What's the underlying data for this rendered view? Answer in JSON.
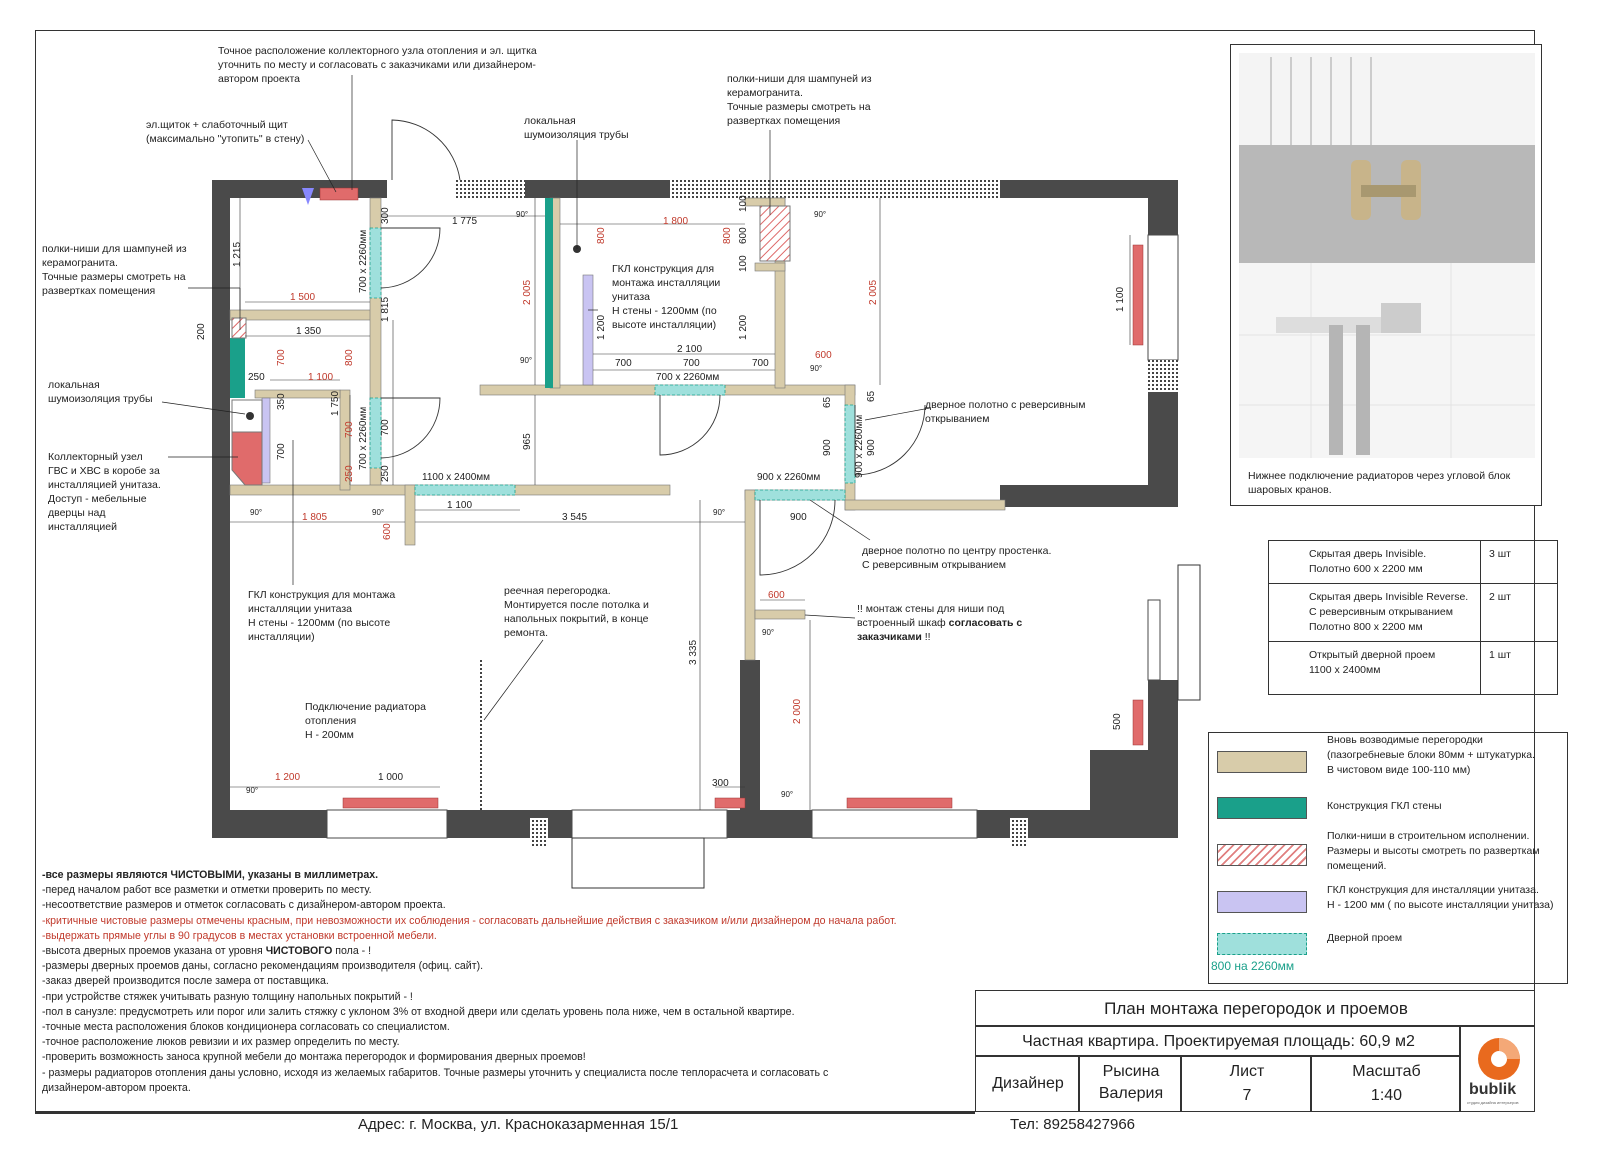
{
  "annotations": {
    "collector_top": [
      "Точное расположение коллекторного узла отопления и эл. щитка",
      "уточнить по месту и согласовать с заказчиками или дизайнером-",
      "автором проекта"
    ],
    "shield": [
      "эл.щиток + слаботочный щит",
      "(максимально \"утопить\" в стену)"
    ],
    "noise_top": [
      "локальная",
      "шумоизоляция трубы"
    ],
    "shelves_top": [
      "полки-ниши для шампуней из",
      "керамогранита.",
      "Точные размеры смотреть на",
      "развертках помещения"
    ],
    "shelves_left": [
      "полки-ниши для шампуней из",
      "керамогранита.",
      "Точные размеры смотреть на",
      "развертках помещения"
    ],
    "gkl_top": [
      "ГКЛ конструкция для",
      "монтажа инсталляции",
      "унитаза",
      "Н стены - 1200мм (по",
      "высоте инсталляции)"
    ],
    "noise_left": [
      "локальная",
      "шумоизоляция трубы"
    ],
    "collector_left": [
      "Коллекторный узел",
      "ГВС и ХВС в коробе за",
      "инсталляцией унитаза.",
      "Доступ - мебельные",
      "дверцы над",
      "инсталляцией"
    ],
    "reverse_door": [
      "дверное полотно с реверсивным",
      "открыванием"
    ],
    "center_door": [
      "дверное полотно по центру простенка.",
      "С реверсивным открыванием"
    ],
    "gkl_bottom": [
      "ГКЛ конструкция для монтажа",
      "инсталляции унитаза",
      "Н стены - 1200мм (по высоте",
      "инсталляции)"
    ],
    "rack": [
      "реечная перегородка.",
      "Монтируется после потолка и",
      "напольных покрытий, в конце",
      "ремонта."
    ],
    "wardrobe": [
      "!! монтаж стены для ниши под",
      "встроенный шкаф ",
      "согласовать с",
      "заказчиками",
      " !!"
    ],
    "radiator": [
      "Подключение радиатора",
      "отопления",
      "Н - 200мм"
    ]
  },
  "dims": {
    "d1775": "1 775",
    "d1800": "1 800",
    "d1500": "1 500",
    "d1350": "1 350",
    "d1100a": "1 100",
    "d2100": "2 100",
    "d700a": "700",
    "d700b": "700",
    "d700c": "700",
    "d600a": "600",
    "d1805": "1 805",
    "d1100b": "1 100",
    "d3545": "3 545",
    "d900a": "900",
    "d600b": "600",
    "d1200": "1 200",
    "d1000": "1 000",
    "d300a": "300",
    "d250a": "250",
    "d350": "350",
    "d1215": "1 215",
    "d200": "200",
    "d1815": "1 815",
    "d1750": "1 750",
    "d2005a": "2 005",
    "d2005b": "2 005",
    "d965": "965",
    "d1100c": "1 100",
    "d3335": "3 335",
    "d2000": "2 000",
    "d500": "500",
    "d65a": "65",
    "d65b": "65",
    "d900b": "900",
    "d900c": "900",
    "d600c": "600",
    "d800a": "800",
    "d800b": "800",
    "d600d": "600",
    "d100a": "100",
    "d100b": "100",
    "d1200v": "1 200",
    "d1200v2": "1 200",
    "d300v": "300",
    "d700v": "700",
    "d700v2": "700",
    "d700v3": "700",
    "d250v": "250",
    "d250v2": "250",
    "d800v": "800",
    "d700v4": "700"
  },
  "openings": {
    "o1": "700 x 2260мм",
    "o2": "700 x 2260мм",
    "o3": "700 x 2260мм",
    "o4": "900 x 2260мм",
    "o5": "1100 x 2400мм",
    "o6": "900 x 2260мм"
  },
  "angles": {
    "a": "90°"
  },
  "photo_caption": [
    "Нижнее подключение радиаторов через угловой блок",
    "шаровых кранов."
  ],
  "door_table": [
    {
      "text": [
        "Скрытая дверь Invisible.",
        "Полотно 600 х 2200 мм"
      ],
      "qty": "3 шт"
    },
    {
      "text": [
        "Скрытая дверь Invisible Reverse.",
        "С реверсивным открыванием",
        "Полотно 800 х 2200 мм"
      ],
      "qty": "2 шт"
    },
    {
      "text": [
        "Открытый дверной проем",
        "1100 х 2400мм"
      ],
      "qty": "1 шт"
    }
  ],
  "legend": {
    "new_partitions": [
      "Вновь возводимые перегородки",
      "(пазогребневые блоки 80мм + штукатурка.",
      "В чистовом виде 100-110 мм)"
    ],
    "gkl_wall": [
      "Конструкция ГКЛ стены"
    ],
    "shelves": [
      "Полки-ниши в строительном исполнении.",
      "Размеры и высоты смотреть по разверткам",
      "помещений."
    ],
    "gkl_install": [
      "ГКЛ конструкция для инсталляции унитаза.",
      "Н - 1200 мм ( по высоте инсталляции унитаза)"
    ],
    "door_opening": [
      "Дверной проем"
    ],
    "door_opening_size": "800 на 2260мм"
  },
  "notes": [
    {
      "t": "-все размеры являются ",
      "b": "ЧИСТОВЫМИ, указаны в миллиметрах.",
      "c": "",
      "style": "bold"
    },
    {
      "t": "-перед началом работ все разметки и отметки проверить по месту.",
      "style": ""
    },
    {
      "t": "-несоответствие размеров и отметок согласовать с дизайнером-автором проекта.",
      "style": ""
    },
    {
      "t": "-критичные чистовые размеры отмечены красным, при невозможности их соблюдения - согласовать дальнейшие действия с заказчиком и/или дизайнером до начала работ.",
      "style": "red"
    },
    {
      "t": "-выдержать прямые углы в 90 градусов в местах установки встроенной мебели.",
      "style": "red"
    },
    {
      "t": "-высота дверных проемов указана от уровня ",
      "b": "ЧИСТОВОГО",
      "c": " пола - !",
      "style": "mixed"
    },
    {
      "t": "-размеры дверных проемов даны, согласно рекомендациям производителя (офиц. сайт).",
      "style": ""
    },
    {
      "t": "-заказ дверей производится после замера от поставщика.",
      "style": ""
    },
    {
      "t": "-при устройстве стяжек учитывать разную толщину напольных покрытий - !",
      "style": ""
    },
    {
      "t": "-пол в санузле: предусмотреть или порог или залить стяжку с уклоном 3% от входной двери или сделать уровень пола ниже, чем в остальной квартире.",
      "style": ""
    },
    {
      "t": "-точные места расположения блоков кондиционера согласовать со специалистом.",
      "style": ""
    },
    {
      "t": "-точное расположение люков ревизии и их размер определить по месту.",
      "style": ""
    },
    {
      "t": "-проверить возможность заноса крупной мебели до монтажа перегородок и формирования дверных проемов!",
      "style": ""
    },
    {
      "t": "- размеры радиаторов отопления даны условно, исходя из желаемых габаритов. Точные размеры уточнить у специалиста после теплорасчета и согласовать с",
      "style": ""
    },
    {
      "t": "дизайнером-автором проекта.",
      "style": ""
    }
  ],
  "title_block": {
    "title": "План монтажа перегородок и проемов",
    "subtitle": "Частная квартира. Проектируемая площадь: 60,9 м2",
    "designer_label": "Дизайнер",
    "designer_name_1": "Рысина",
    "designer_name_2": "Валерия",
    "sheet_label": "Лист",
    "sheet_value": "7",
    "scale_label": "Масштаб",
    "scale_value": "1:40",
    "address": "Адрес: г. Москва, ул. Красноказарменная 15/1",
    "phone": "Тел: 89258427966",
    "logo_text": "bublik",
    "logo_tag": "студия дизайна интерьеров"
  },
  "colors": {
    "wall": "#4a4a4a",
    "partition": "#d8ccaa",
    "gkl": "#1aa08a",
    "install": "#c9c4f2",
    "door": "#9fe0dc",
    "radiator": "#e06b6b",
    "accent": "#e96a1e"
  }
}
